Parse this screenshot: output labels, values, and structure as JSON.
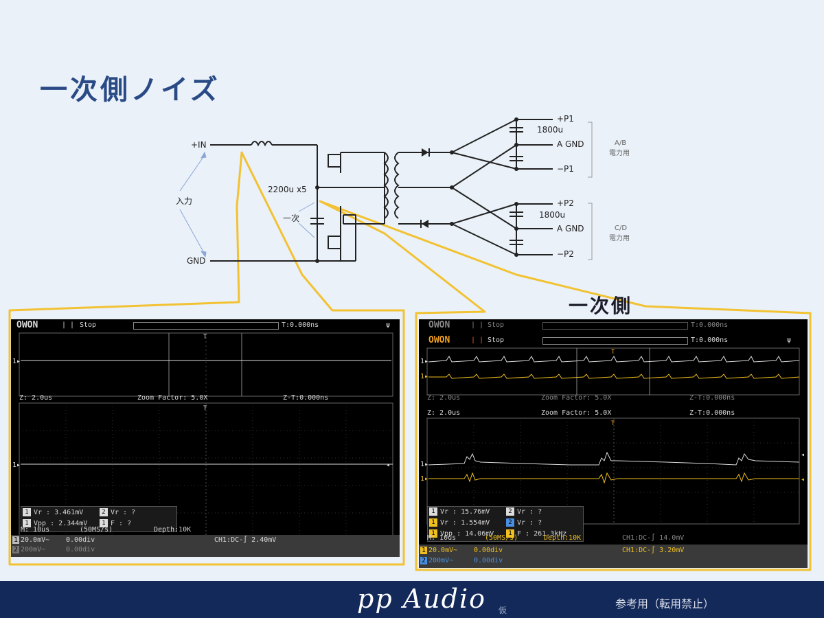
{
  "slide": {
    "title": "一次側ノイズ",
    "subtitle": "一次側",
    "footer_brand": "pp Audio",
    "footer_brand_sub": "仮",
    "footer_note": "参考用（転用禁止）"
  },
  "schematic": {
    "in_plus": "+IN",
    "in_gnd": "GND",
    "input_label": "入力",
    "cap_label": "2200u x5",
    "primary_label": "一次",
    "out_p1": "+P1",
    "out_agnd1": "A GND",
    "out_m1": "−P1",
    "out_p2": "+P2",
    "out_agnd2": "A GND",
    "out_m2": "−P2",
    "cap1_value": "1800u",
    "cap2_value": "1800u",
    "group1_line1": "A/B",
    "group1_line2": "電力用",
    "group2_line1": "C/D",
    "group2_line2": "電力用"
  },
  "scope_left": {
    "brand": "OWON",
    "run_icon": "pause-icon",
    "state": "Stop",
    "trig_time": "T:0.000ns",
    "zoom_z": "Z: 2.0us",
    "zoom_factor": "Zoom Factor: 5.0X",
    "zoom_zt": "Z-T:0.000ns",
    "m1_label": "1",
    "m1_text": "Vr : 3.461mV",
    "m2_label": "2",
    "m2_text": "Vr :    ?",
    "m3_label": "1",
    "m3_text": "Vpp : 2.344mV",
    "m4_label": "1",
    "m4_text": "F :    ?",
    "timebase": "M: 10us",
    "sample": "(50MS/s)",
    "depth": "Depth:10K",
    "ch1_scale": "20.0mV~",
    "ch1_offset": "0.00div",
    "ch2_scale": "200mV~",
    "ch2_offset": "0.00div",
    "trigger": "CH1:DC-∫ 2.40mV"
  },
  "scope_right": {
    "brand": "OWON",
    "run_icon": "pause-icon",
    "state": "Stop",
    "trig_time": "T:0.000ns",
    "zoom_z": "Z: 2.0us",
    "zoom_factor": "Zoom Factor: 5.0X",
    "zoom_zt": "Z-T:0.000ns",
    "m1_label": "1",
    "m1_text": "Vr : 15.76mV",
    "m2_label": "2",
    "m2_text": "Vr :    ?",
    "m3_label": "1",
    "m3_text": "Vr : 1.554mV",
    "m4_label": "2",
    "m4_text": "Vr :    ?",
    "m5_label": "1",
    "m5_text": "Vpp : 14.06mV",
    "m6_label": "1",
    "m6_text": "F : 261.3kHz",
    "timebase": "M: 10us",
    "sample": "(50MS/s)",
    "depth": "Depth:10K",
    "ch1_scale": "20.0mV~",
    "ch1_offset": "0.00div",
    "ch2_scale": "200mV~",
    "ch2_offset": "0.00div",
    "trigger": "CH1:DC-∫ 3.20mV",
    "ghost_trigger": "CH1:DC-∫ 14.0mV"
  },
  "colors": {
    "highlight": "#f2c232",
    "trace_white": "#dcdcdc",
    "trace_yellow": "#f0c020",
    "title": "#2a4a86",
    "footer": "#13295a"
  }
}
